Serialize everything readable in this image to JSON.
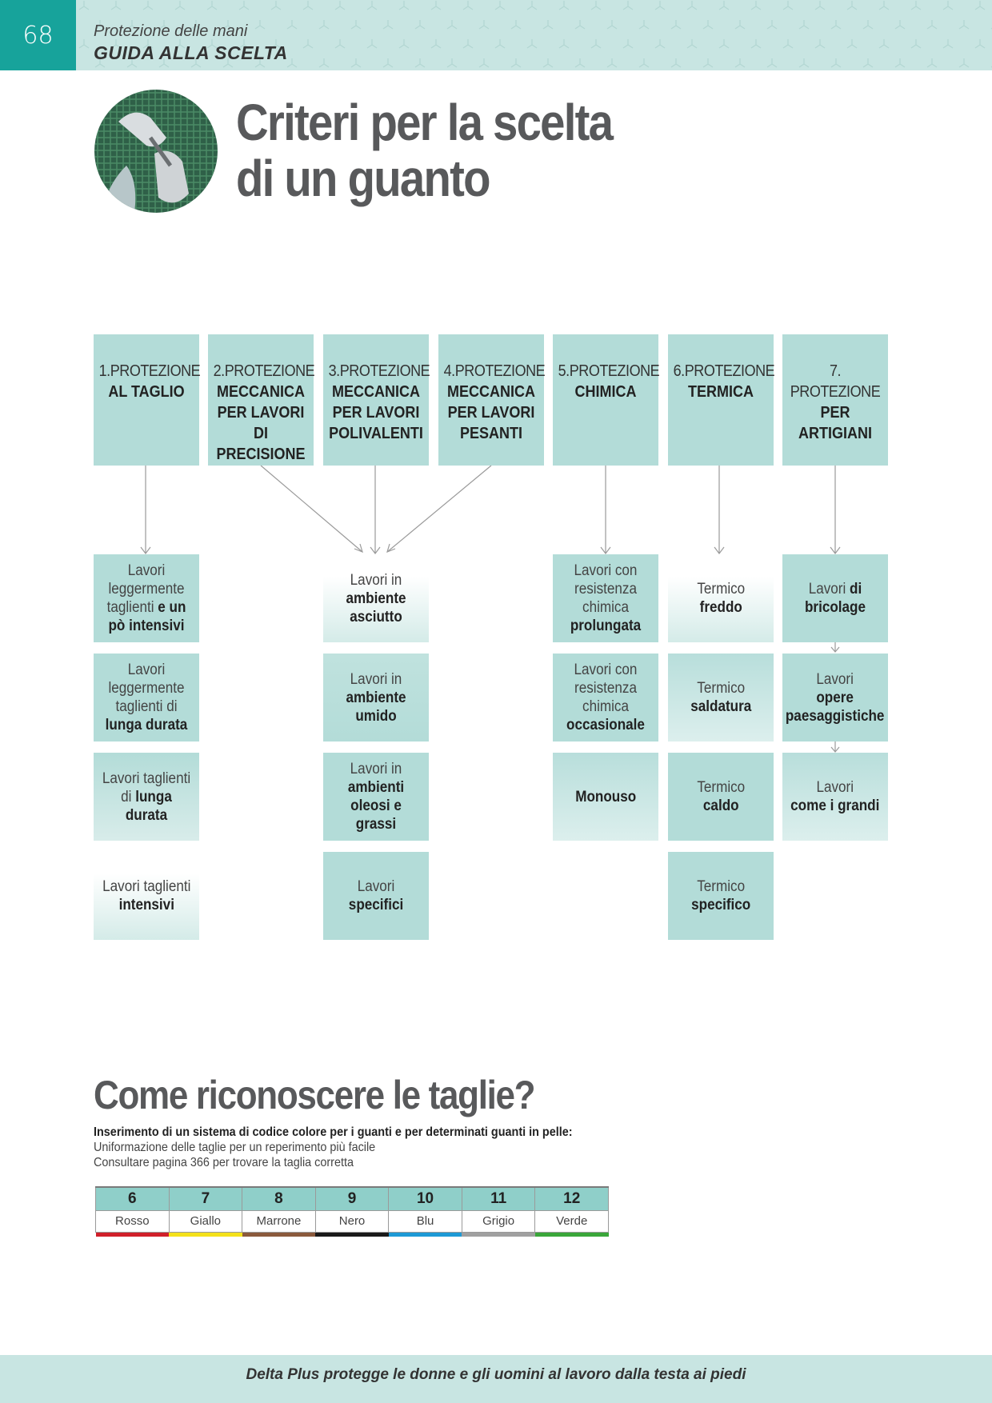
{
  "header": {
    "page_number": "68",
    "subtitle": "Protezione delle mani",
    "title": "GUIDA ALLA SCELTA"
  },
  "main_title": {
    "line1": "Criteri per la scelta",
    "line2": "di un guanto"
  },
  "categories": [
    {
      "num": "1.PROTEZIONE",
      "name_lines": [
        "AL TAGLIO"
      ]
    },
    {
      "num": "2.PROTEZIONE",
      "name_lines": [
        "MECCANICA",
        "PER LAVORI DI",
        "PRECISIONE"
      ]
    },
    {
      "num": "3.PROTEZIONE",
      "name_lines": [
        "MECCANICA",
        "PER LAVORI",
        "POLIVALENTI"
      ]
    },
    {
      "num": "4.PROTEZIONE",
      "name_lines": [
        "MECCANICA",
        "PER LAVORI",
        "PESANTI"
      ]
    },
    {
      "num": "5.PROTEZIONE",
      "name_lines": [
        "CHIMICA"
      ]
    },
    {
      "num": "6.PROTEZIONE",
      "name_lines": [
        "TERMICA"
      ]
    },
    {
      "num": "7. PROTEZIONE",
      "name_lines": [
        "PER",
        "ARTIGIANI"
      ]
    }
  ],
  "subcategories": {
    "taglio": [
      {
        "plain": "Lavori leggermente taglienti",
        "bold": "e un pò intensivi"
      },
      {
        "plain": "Lavori leggermente taglienti di",
        "bold": "lunga durata"
      },
      {
        "plain": "Lavori taglienti di",
        "bold": "lunga durata"
      },
      {
        "plain": "Lavori taglienti",
        "bold": "intensivi"
      }
    ],
    "meccanica": [
      {
        "plain": "Lavori in",
        "bold": "ambiente asciutto"
      },
      {
        "plain": "Lavori in",
        "bold": "ambiente umido"
      },
      {
        "plain": "Lavori in",
        "bold": "ambienti oleosi e grassi"
      },
      {
        "plain": "Lavori",
        "bold": "specifici"
      }
    ],
    "chimica": [
      {
        "plain": "Lavori con resistenza chimica",
        "bold": "prolungata"
      },
      {
        "plain": "Lavori con resistenza chimica",
        "bold": "occasionale"
      },
      {
        "plain": "",
        "bold": "Monouso"
      }
    ],
    "termica": [
      {
        "plain": "Termico",
        "bold": "freddo"
      },
      {
        "plain": "Termico",
        "bold": "saldatura"
      },
      {
        "plain": "Termico",
        "bold": "caldo"
      },
      {
        "plain": "Termico",
        "bold": "specifico"
      }
    ],
    "artigiani": [
      {
        "plain": "Lavori",
        "bold": "di bricolage"
      },
      {
        "plain": "Lavori",
        "bold": "opere paesaggistiche"
      },
      {
        "plain": "Lavori",
        "bold": "come i grandi"
      }
    ]
  },
  "sizes": {
    "title": "Come riconoscere le taglie?",
    "lead": "Inserimento di un sistema di codice colore per i guanti e per determinati guanti in pelle:",
    "line1": "Uniformazione delle taglie per un reperimento più facile",
    "line2": "Consultare pagina 366 per trovare la taglia corretta",
    "table": [
      {
        "size": "6",
        "color_name": "Rosso",
        "color": "#d0202a"
      },
      {
        "size": "7",
        "color_name": "Giallo",
        "color": "#f4e11b"
      },
      {
        "size": "8",
        "color_name": "Marrone",
        "color": "#8b5a3c"
      },
      {
        "size": "9",
        "color_name": "Nero",
        "color": "#1a1a1a"
      },
      {
        "size": "10",
        "color_name": "Blu",
        "color": "#1e9ad6"
      },
      {
        "size": "11",
        "color_name": "Grigio",
        "color": "#a0a0a0"
      },
      {
        "size": "12",
        "color_name": "Verde",
        "color": "#3aa63a"
      }
    ]
  },
  "footer": {
    "text": "Delta Plus protegge le donne e gli uomini al lavoro dalla testa ai piedi"
  },
  "colors": {
    "teal_dark": "#17a39b",
    "teal_light": "#c8e5e2",
    "box_teal": "#b3dcd8",
    "title_gray": "#58595b"
  }
}
